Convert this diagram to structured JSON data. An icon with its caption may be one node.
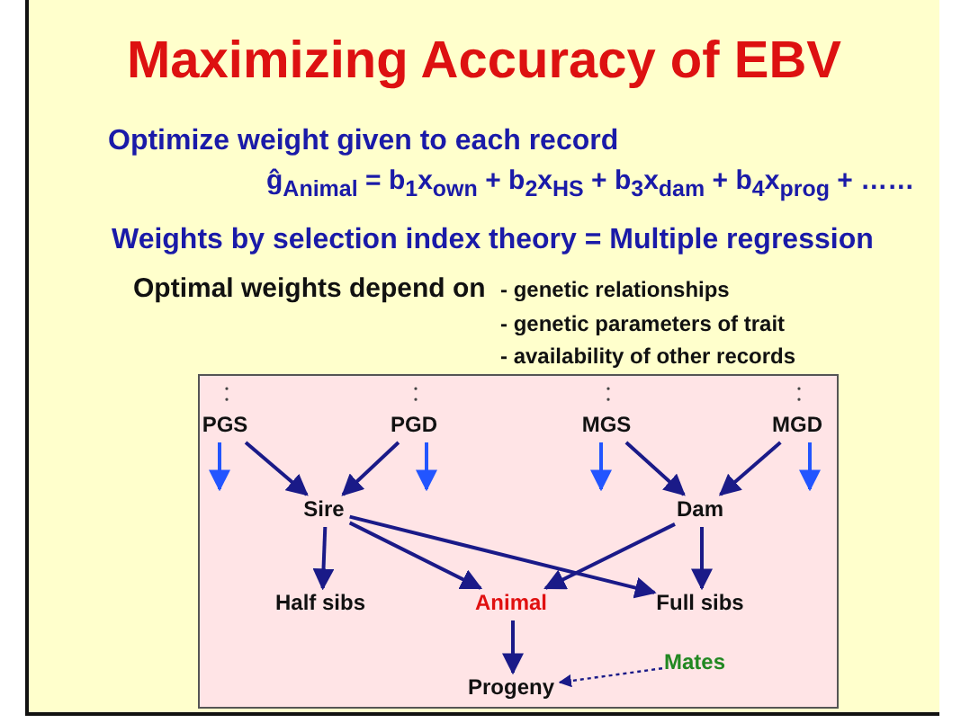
{
  "diagram": {
    "title": "Maximizing Accuracy of EBV",
    "nodes": [
      {
        "text": [],
        "shape": "box"
      },
      {
        "text": [
          "PGS"
        ],
        "in": 0
      },
      {
        "text": [
          "PGD"
        ],
        "in": 0
      },
      {
        "text": [
          "MGS"
        ],
        "in": 0
      },
      {
        "text": [
          "MGD"
        ],
        "in": 0
      },
      {
        "text": [
          "Sire"
        ],
        "in": 0
      },
      {
        "text": [
          "Dam"
        ],
        "in": 0
      },
      {
        "text": [
          "Half sibs"
        ],
        "in": 0
      },
      {
        "text": [
          "Animal"
        ],
        "in": 0
      },
      {
        "text": [
          "Full sibs"
        ],
        "in": 0
      },
      {
        "text": [
          "Progeny"
        ],
        "in": 0
      },
      {
        "text": [
          "Mates"
        ],
        "in": 0
      }
    ],
    "edges": [
      {
        "from": 1,
        "to": 5,
        "arrow": "to"
      },
      {
        "from": 2,
        "to": 5,
        "arrow": "to"
      },
      {
        "from": 3,
        "to": 6,
        "arrow": "to"
      },
      {
        "from": 4,
        "to": 6,
        "arrow": "to"
      },
      {
        "from": 1,
        "to": null,
        "arrow": "to",
        "color": "#2255ff"
      },
      {
        "from": 2,
        "to": null,
        "arrow": "to",
        "color": "#2255ff"
      },
      {
        "from": 3,
        "to": null,
        "arrow": "to",
        "color": "#2255ff"
      },
      {
        "from": 4,
        "to": null,
        "arrow": "to",
        "color": "#2255ff"
      },
      {
        "from": 5,
        "to": 7,
        "arrow": "to"
      },
      {
        "from": 5,
        "to": 8,
        "arrow": "to"
      },
      {
        "from": 5,
        "to": 9,
        "arrow": "to"
      },
      {
        "from": 6,
        "to": 8,
        "arrow": "to"
      },
      {
        "from": 6,
        "to": 9,
        "arrow": "to"
      },
      {
        "from": 8,
        "to": 10,
        "arrow": "to"
      },
      {
        "from": 11,
        "to": 10,
        "arrow": "to",
        "style": "dashed"
      }
    ],
    "labels": [
      "Optimize weight given to each record",
      "ĝ$_{Animal}$ = b$_{1}$x$_{own}$ + b$_{2}$x$_{HS}$ + b$_{3}$x$_{dam}$ + b$_{4}$x$_{prog}$ + ……",
      "Weights by selection index theory = Multiple regression",
      "Optimal weights depend on",
      "- genetic relationships",
      "- genetic parameters of trait",
      "- availability of other records"
    ]
  }
}
